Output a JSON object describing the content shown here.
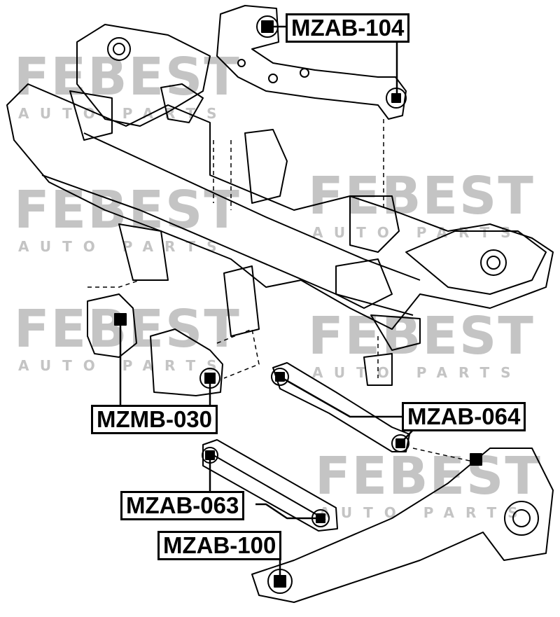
{
  "watermark": {
    "brand": "FEBEST",
    "tagline": "AUTO PARTS"
  },
  "labels": {
    "mzab_104": "MZAB-104",
    "mzmb_030": "MZMB-030",
    "mzab_064": "MZAB-064",
    "mzab_063": "MZAB-063",
    "mzab_100": "MZAB-100"
  }
}
